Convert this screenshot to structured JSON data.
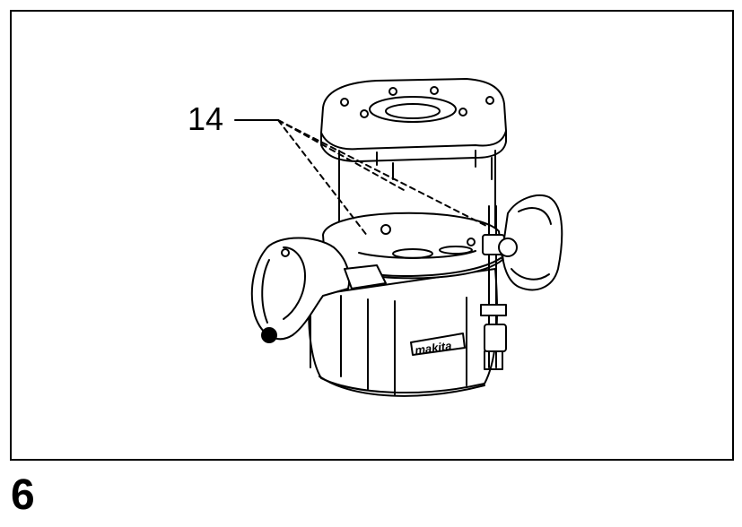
{
  "figure": {
    "number": "6",
    "callout": "14",
    "brand_marking": "makita"
  },
  "icons": {
    "tool": "router-base-icon"
  }
}
